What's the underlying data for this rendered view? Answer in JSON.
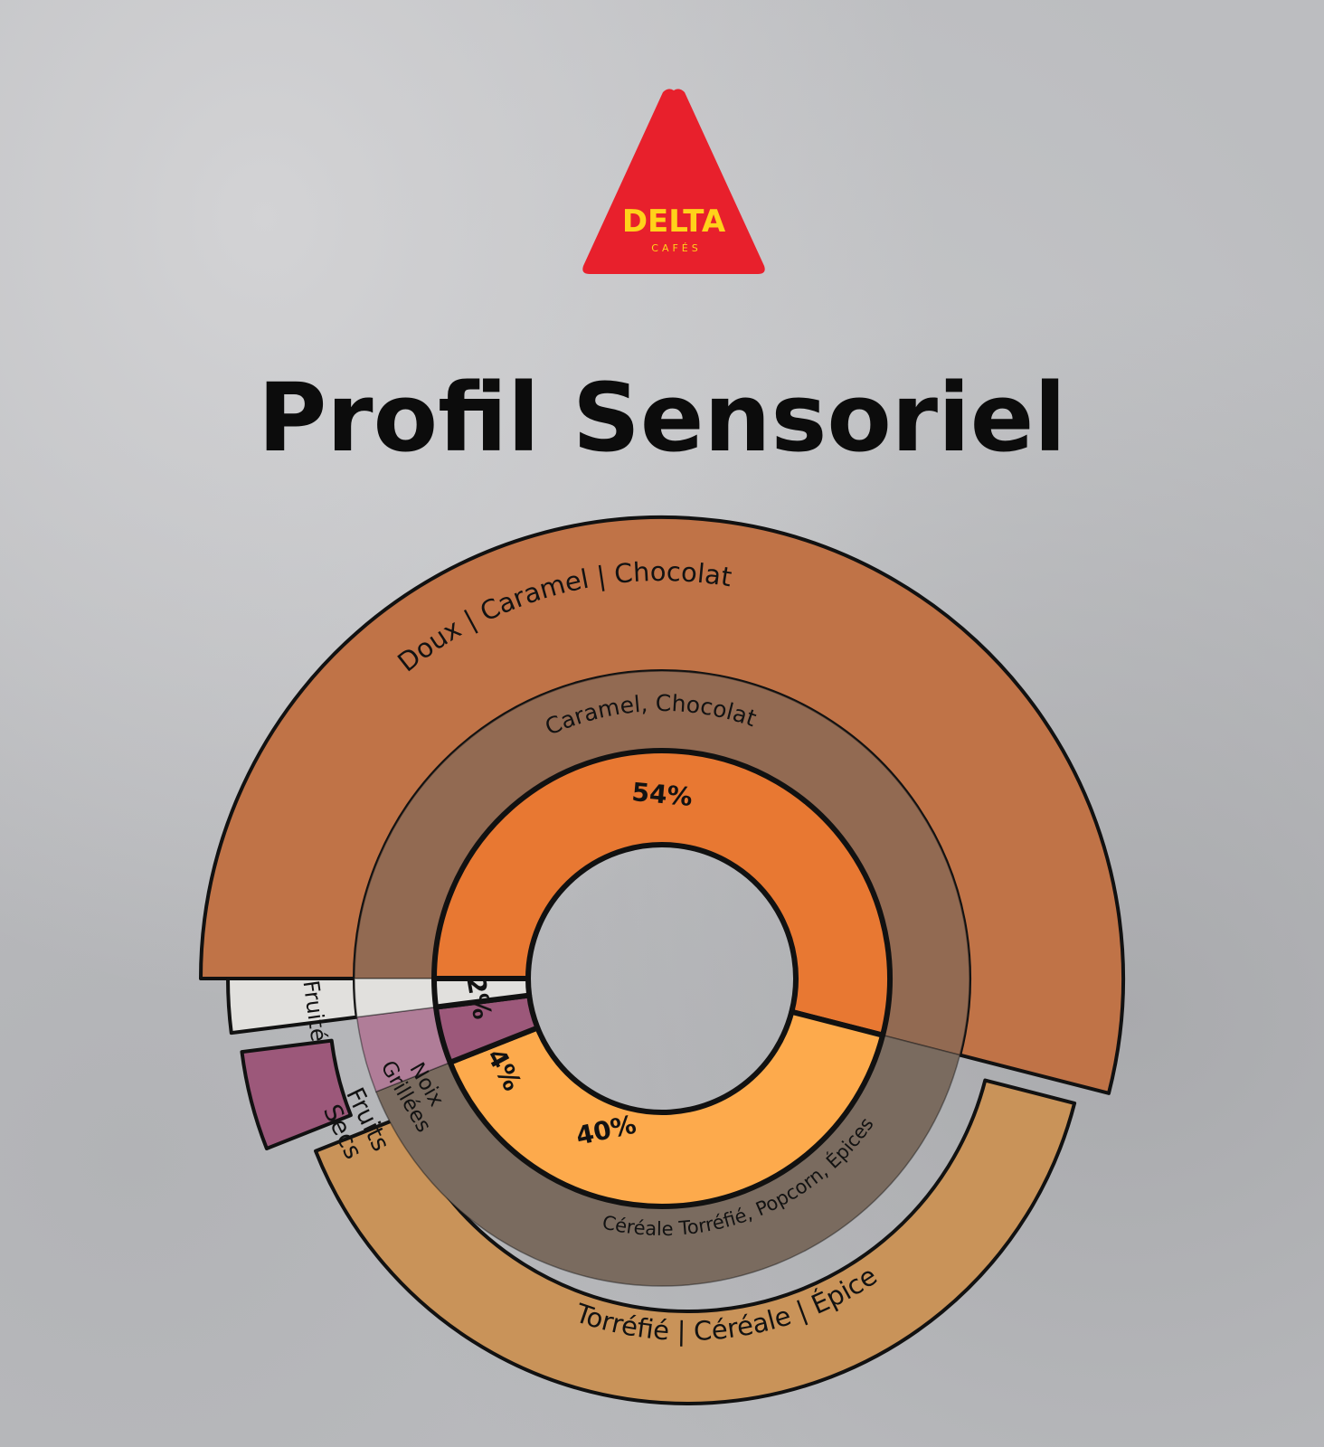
{
  "brand": {
    "name": "DELTA",
    "subtitle": "CAFÉS",
    "colors": {
      "triangle": "#e8202c",
      "text": "#ffd21a"
    }
  },
  "chart_data": {
    "type": "sunburst",
    "title": "Profil Sensoriel",
    "rings": {
      "inner": [
        {
          "label": "54%",
          "value": 54,
          "color": "#e87832"
        },
        {
          "label": "40%",
          "value": 40,
          "color": "#fdaa4c"
        },
        {
          "label": "4%",
          "value": 4,
          "color": "#9c587a"
        },
        {
          "label": "2%",
          "value": 2,
          "color": "#e1e0dd"
        }
      ],
      "middle": [
        {
          "label": "Caramel, Chocolat",
          "value": 54,
          "color": "#926a52"
        },
        {
          "label": "Céréale Torréfié, Popcorn, Épices",
          "value": 40,
          "color": "#7a6b5f"
        },
        {
          "label": "Noix Grillées",
          "value": 4,
          "color": "#b07d98"
        },
        {
          "label": "",
          "value": 2,
          "color": "#e1e0dd"
        }
      ],
      "outer": [
        {
          "label": "Doux | Caramel | Chocolat",
          "value": 54,
          "color": "#c07347"
        },
        {
          "label": "Torréfié | Céréale | Épice",
          "value": 40,
          "color": "#c99359"
        },
        {
          "label": "Fruits Secs",
          "value": 4,
          "color": "#9c587a"
        },
        {
          "label": "Fruité",
          "value": 2,
          "color": "#e1e0dd"
        }
      ]
    },
    "legend": "none",
    "grid": false
  }
}
